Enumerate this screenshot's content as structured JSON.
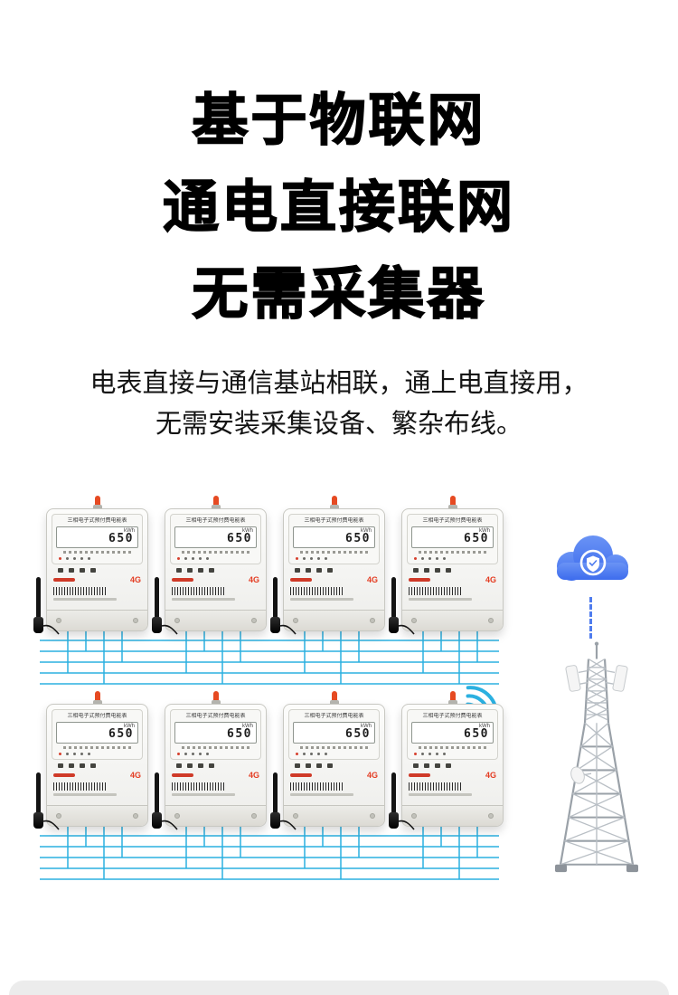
{
  "page": {
    "background": "#ffffff",
    "bottom_card_color": "#ececec"
  },
  "heading": {
    "lines": [
      "基于物联网",
      "通电直接联网",
      "无需采集器"
    ],
    "color": "#000000"
  },
  "subtitle": {
    "lines": [
      "电表直接与通信基站相联，通上电直接用，",
      "无需安装采集设备、繁杂布线。"
    ],
    "color": "#141414"
  },
  "scene": {
    "rows": 2,
    "meters_per_row": 4,
    "meter": {
      "title": "三相电子式预付费电能表",
      "lcd_value": "650",
      "lcd_unit": "kWh",
      "badge_4g": "4G"
    },
    "colors": {
      "wire_blue": "#2bb0e0",
      "cloud_blue": "#4f7cee",
      "meter_antenna_red": "#e64a22",
      "tower_gray": "#9aa1a8"
    },
    "icons": [
      "cloud-shield-icon",
      "wifi-signal-icon",
      "communication-tower-icon",
      "external-antenna-icon"
    ]
  }
}
